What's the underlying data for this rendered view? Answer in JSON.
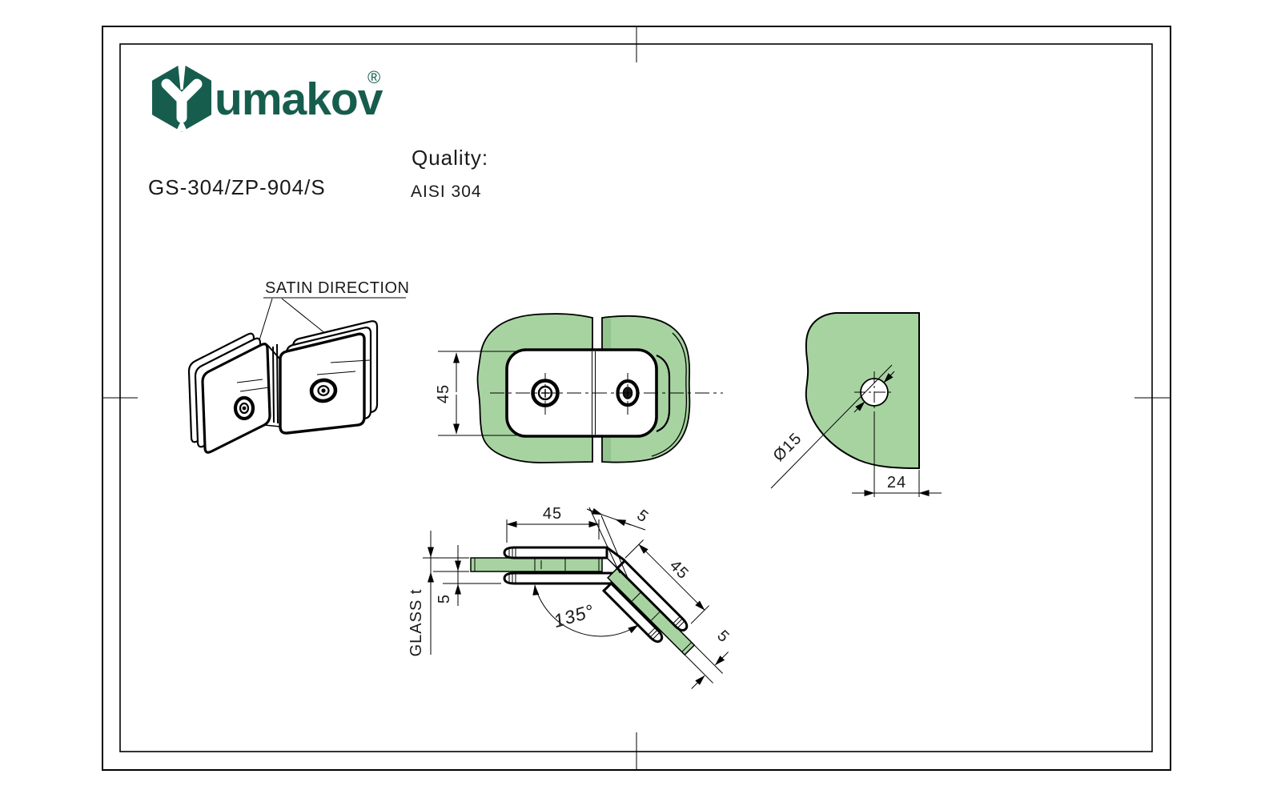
{
  "header": {
    "brand": "umakov",
    "registered_mark": "®",
    "product_code": "GS-304/ZP-904/S",
    "quality_label": "Quality:",
    "quality_value": "AISI 304"
  },
  "labels": {
    "satin_direction": "SATIN DIRECTION",
    "glass_thickness": "GLASS t"
  },
  "dimensions": {
    "front_height": "45",
    "hole_diameter": "Ø15",
    "hole_offset": "24",
    "clamp_width": "45",
    "angled_clamp_width": "45",
    "angle": "135°",
    "plate_thickness": "5",
    "elbow_offset": "5",
    "glass_edge_thickness": "5"
  },
  "colors": {
    "brand_green": "#175d4d",
    "glass_fill": "#a7d3a1",
    "glass_edge": "#8cbf87",
    "line_color": "#000000"
  }
}
